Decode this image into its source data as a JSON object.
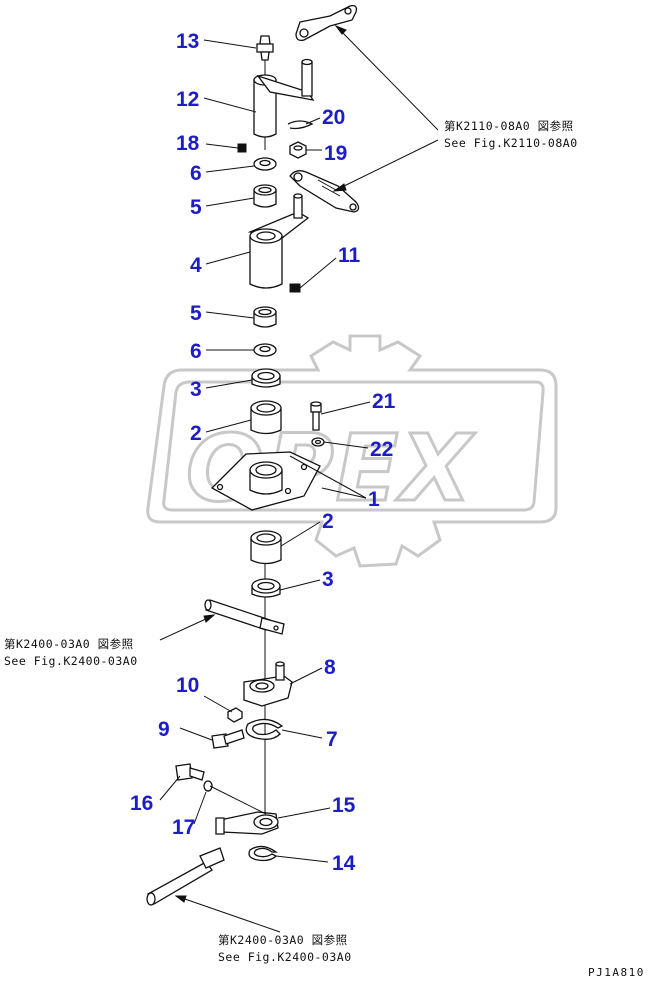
{
  "watermark": {
    "text": "OPEX"
  },
  "callouts": [
    {
      "id": "13",
      "label": "13"
    },
    {
      "id": "12",
      "label": "12"
    },
    {
      "id": "20",
      "label": "20"
    },
    {
      "id": "18",
      "label": "18"
    },
    {
      "id": "19",
      "label": "19"
    },
    {
      "id": "6a",
      "label": "6"
    },
    {
      "id": "5a",
      "label": "5"
    },
    {
      "id": "4",
      "label": "4"
    },
    {
      "id": "11",
      "label": "11"
    },
    {
      "id": "5b",
      "label": "5"
    },
    {
      "id": "6b",
      "label": "6"
    },
    {
      "id": "3a",
      "label": "3"
    },
    {
      "id": "21",
      "label": "21"
    },
    {
      "id": "2a",
      "label": "2"
    },
    {
      "id": "22",
      "label": "22"
    },
    {
      "id": "1",
      "label": "1"
    },
    {
      "id": "2b",
      "label": "2"
    },
    {
      "id": "3b",
      "label": "3"
    },
    {
      "id": "8",
      "label": "8"
    },
    {
      "id": "10",
      "label": "10"
    },
    {
      "id": "9",
      "label": "9"
    },
    {
      "id": "7",
      "label": "7"
    },
    {
      "id": "16",
      "label": "16"
    },
    {
      "id": "15",
      "label": "15"
    },
    {
      "id": "17",
      "label": "17"
    },
    {
      "id": "14",
      "label": "14"
    }
  ],
  "references": {
    "top": {
      "jp": "第K2110-08A0 図参照",
      "en": "See Fig.K2110-08A0"
    },
    "middle": {
      "jp": "第K2400-03A0 図参照",
      "en": "See Fig.K2400-03A0"
    },
    "bottom": {
      "jp": "第K2400-03A0 図参照",
      "en": "See Fig.K2400-03A0"
    }
  },
  "drawing_code": "PJ1A810"
}
